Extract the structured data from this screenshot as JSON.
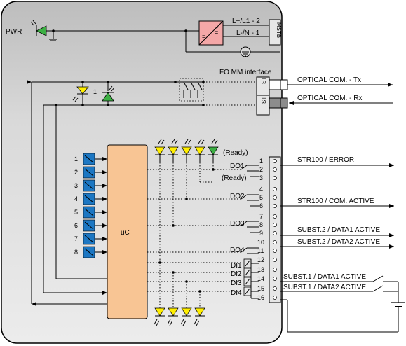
{
  "labels": {
    "pwr": "PWR",
    "l_plus": "L+/L1 - 2",
    "l_minus": "L-/N - 1",
    "mstb": "MSTB",
    "fo_interface": "FO MM interface",
    "st_top": "ST",
    "st_bottom": "ST",
    "optical_tx": "OPTICAL COM. - Tx",
    "optical_rx": "OPTICAL COM. - Rx",
    "led_one": "1",
    "ready_top": "(Ready)",
    "ready_do1": "(Ready)",
    "uc": "uC",
    "str_error": "STR100 / ERROR",
    "str_com_active": "STR100 / COM. ACTIVE",
    "subst2_data1": "SUBST.2 / DATA1 ACTIVE",
    "subst2_data2": "SUBST.2 / DATA2 ACTIVE",
    "subst1_data1": "SUBST.1 / DATA1 ACTIVE",
    "subst1_data2": "SUBST.1 / DATA2 ACTIVE"
  },
  "dip_switches": [
    "1",
    "2",
    "3",
    "4",
    "5",
    "6",
    "7",
    "8"
  ],
  "outputs": [
    "DO1",
    "DO2",
    "DO3",
    "DO4"
  ],
  "inputs": [
    "DI1",
    "DI2",
    "DI3",
    "DI4"
  ],
  "terminals": [
    "1",
    "2",
    "3",
    "4",
    "5",
    "6",
    "7",
    "8",
    "9",
    "10",
    "11",
    "12",
    "13",
    "14",
    "15",
    "16"
  ],
  "colors": {
    "panel": "#d9d9d9",
    "uc": "#f8c594",
    "dip": "#1c77c3",
    "led_yellow": "#ffee00",
    "led_green": "#3cb043",
    "supply": "#f4a7a7"
  }
}
